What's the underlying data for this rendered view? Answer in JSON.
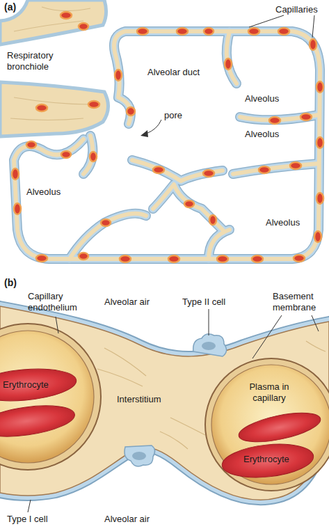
{
  "diagram": {
    "labels": [
      "(a)",
      "Capillaries",
      "Respiratory bronchiole",
      "Alveolar duct",
      "Alveolus",
      "Alveolus",
      "pore",
      "Alveolus",
      "Alveolus",
      "(b)",
      "Capillary endothelium",
      "Alveolar air",
      "Type II cell",
      "Basement membrane",
      "Erythrocyte",
      "Interstitium",
      "Plasma in capillary",
      "Erythrocyte",
      "Type I cell",
      "Alveolar air"
    ]
  }
}
